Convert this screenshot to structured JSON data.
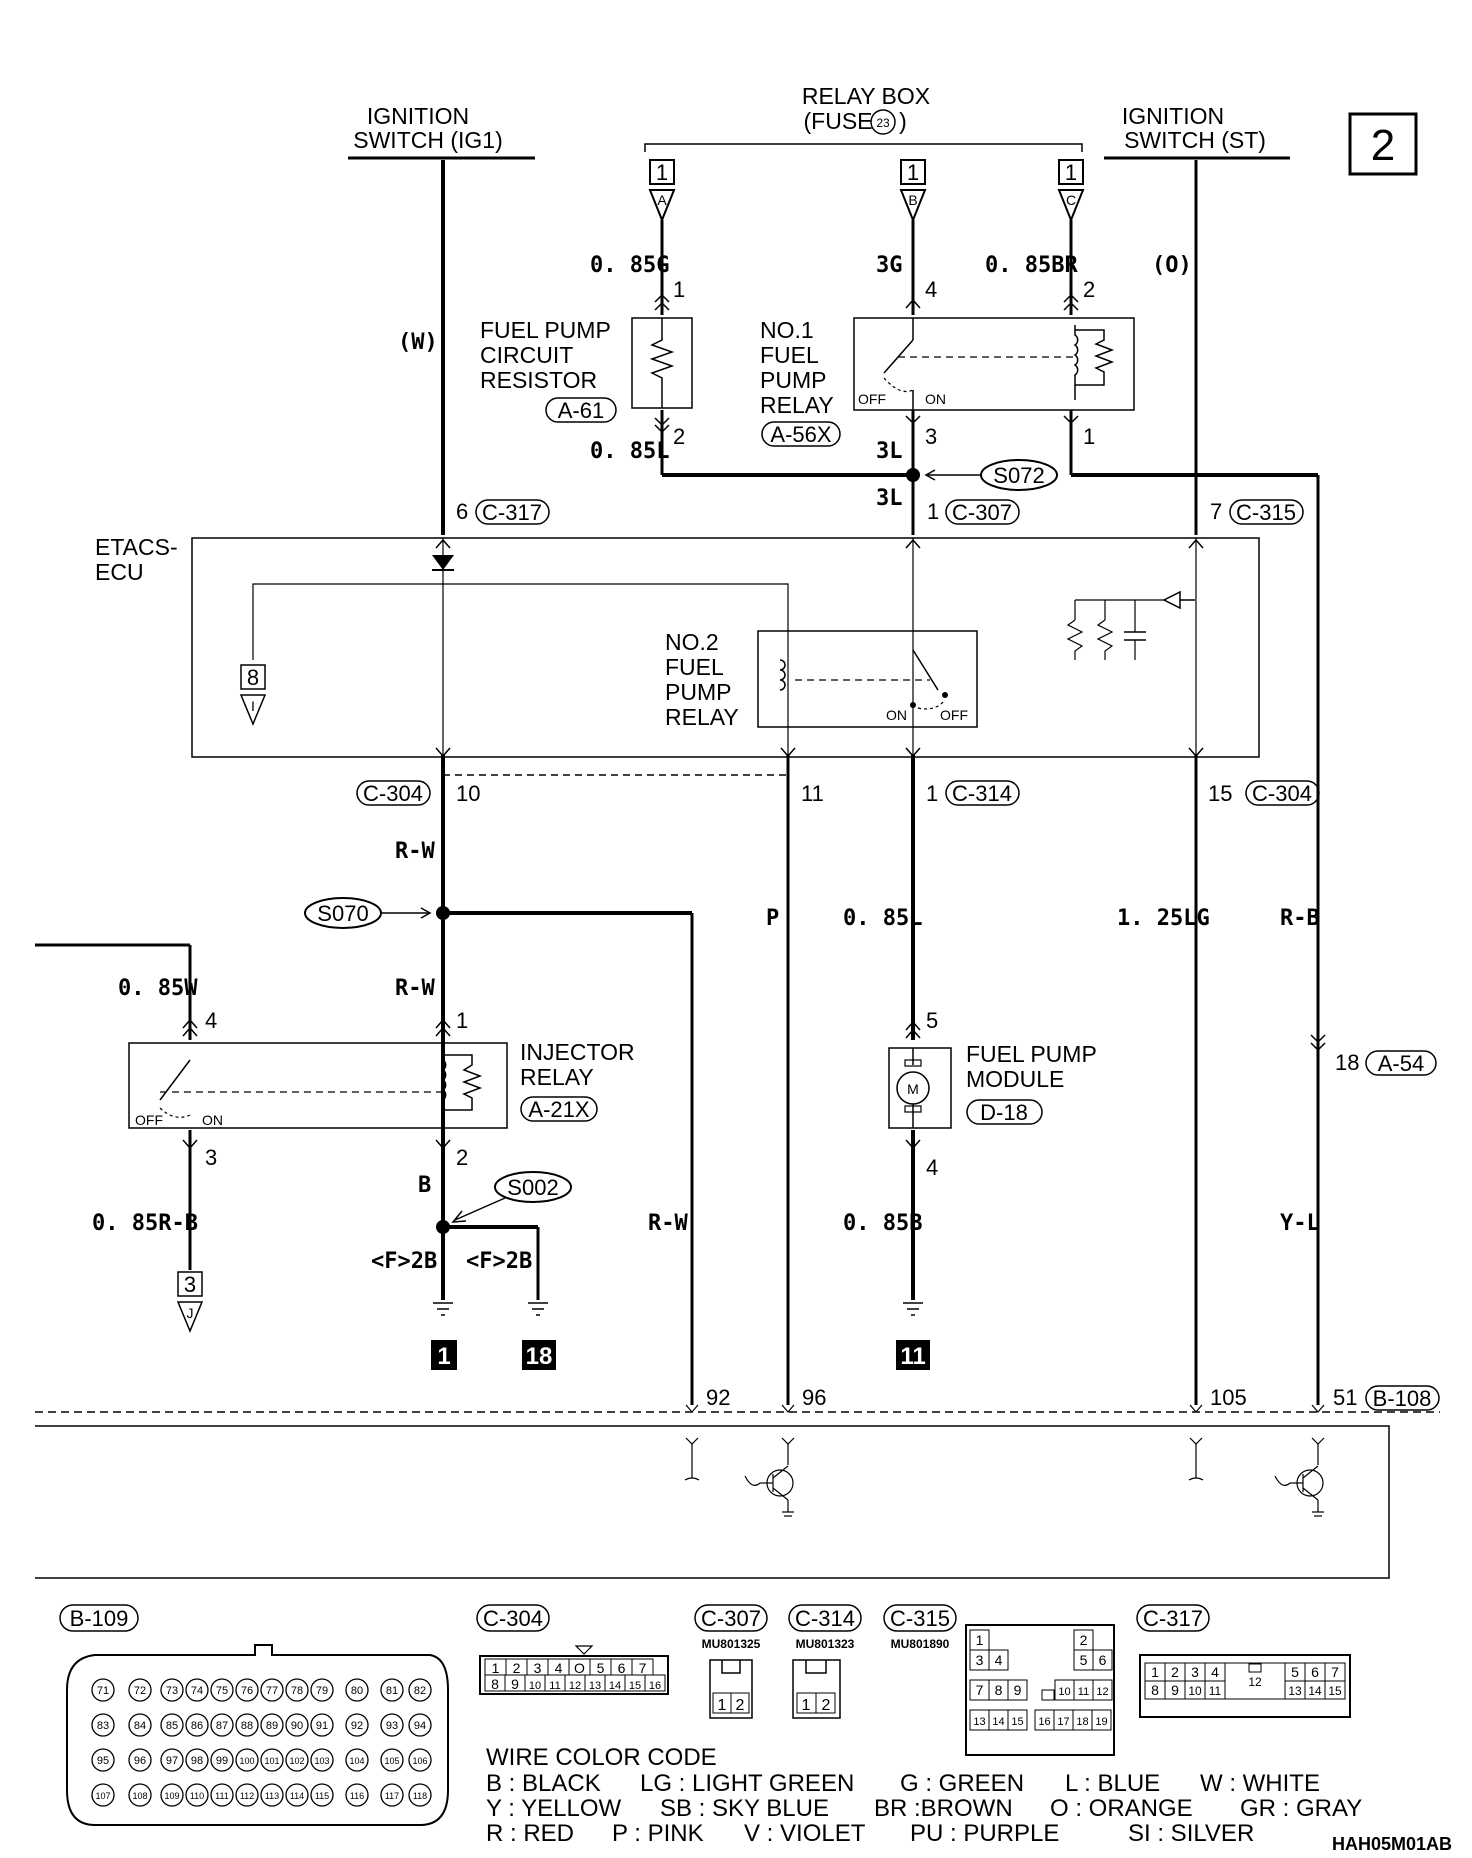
{
  "page_number": "2",
  "drawing_code": "HAH05M01AB",
  "sources": {
    "ig1": [
      "IGNITION",
      "SWITCH (IG1)"
    ],
    "relay_box": [
      "RELAY BOX",
      "(FUSE",
      "23",
      ")"
    ],
    "st": [
      "IGNITION",
      "SWITCH (ST)"
    ]
  },
  "relay_box_pins": [
    {
      "num": "1",
      "letter": "A"
    },
    {
      "num": "1",
      "letter": "B"
    },
    {
      "num": "1",
      "letter": "C"
    }
  ],
  "components": {
    "resistor": {
      "lines": [
        "FUEL PUMP",
        "CIRCUIT",
        "RESISTOR"
      ],
      "connector": "A-61"
    },
    "no1_relay": {
      "lines": [
        "NO.1",
        "FUEL",
        "PUMP",
        "RELAY"
      ],
      "connector": "A-56X",
      "off": "OFF",
      "on": "ON"
    },
    "etacs": [
      "ETACS-",
      "ECU"
    ],
    "no2_relay": {
      "lines": [
        "NO.2",
        "FUEL",
        "PUMP",
        "RELAY"
      ],
      "on": "ON",
      "off": "OFF"
    },
    "injector_relay": {
      "lines": [
        "INJECTOR",
        "RELAY"
      ],
      "connector": "A-21X",
      "off": "OFF",
      "on": "ON"
    },
    "pump_module": {
      "lines": [
        "FUEL PUMP",
        "MODULE"
      ],
      "connector": "D-18"
    }
  },
  "wires": {
    "ig1_color": "(W)",
    "st_color": "(O)",
    "w1": "0. 85G",
    "w2": "3G",
    "w3": "0. 85BR",
    "w4": "0. 85L",
    "w5": "3L",
    "w6": "3L",
    "rw1": "R-W",
    "rw2": "R-W",
    "p": "P",
    "l085": "0. 85L",
    "lg": "1. 25LG",
    "rb": "R-B",
    "w085": "0. 85W",
    "rb085": "0. 85R-B",
    "b": "B",
    "rw3": "R-W",
    "b085": "0. 85B",
    "yl": "Y-L",
    "f2b_1": "<F>2B",
    "f2b_2": "<F>2B"
  },
  "pins": {
    "res_top": "1",
    "res_bot": "2",
    "r1_top4": "4",
    "r1_top2": "2",
    "r1_bot3": "3",
    "r1_bot1": "1",
    "c317": "6",
    "c307": "1",
    "c315": "7",
    "c304a": "10",
    "n11": "11",
    "c314": "1",
    "c304b": "15",
    "inj4": "4",
    "inj1": "1",
    "inj3": "3",
    "inj2": "2",
    "pm5": "5",
    "pm4": "4",
    "a54": "18",
    "b92": "92",
    "b96": "96",
    "b105": "105",
    "b51": "51",
    "etacs_8": "8",
    "dest_3": "3"
  },
  "connectors": {
    "c317": "C-317",
    "c307": "C-307",
    "c315": "C-315",
    "c304a": "C-304",
    "c314": "C-314",
    "c304b": "C-304",
    "a54": "A-54",
    "b108": "B-108"
  },
  "splices": {
    "s072": "S072",
    "s070": "S070",
    "s002": "S002"
  },
  "grounds": [
    "1",
    "18",
    "11"
  ],
  "connector_views": {
    "b109": {
      "label": "B-109",
      "row1": [
        "71",
        "72",
        "73",
        "74",
        "75",
        "76",
        "77",
        "78",
        "79",
        "80",
        "81",
        "82"
      ],
      "row2": [
        "83",
        "84",
        "85",
        "86",
        "87",
        "88",
        "89",
        "90",
        "91",
        "92",
        "93",
        "94"
      ],
      "row3": [
        "95",
        "96",
        "97",
        "98",
        "99",
        "100",
        "101",
        "102",
        "103",
        "104",
        "105",
        "106"
      ],
      "row4": [
        "107",
        "108",
        "109",
        "110",
        "111",
        "112",
        "113",
        "114",
        "115",
        "116",
        "117",
        "118"
      ]
    },
    "c304": {
      "label": "C-304",
      "row1": [
        "1",
        "2",
        "3",
        "4",
        "",
        "5",
        "6",
        "7"
      ],
      "row2": [
        "8",
        "9",
        "10",
        "11",
        "12",
        "13",
        "14",
        "15",
        "16"
      ]
    },
    "c307": {
      "label": "C-307",
      "part": "MU801325",
      "pins": [
        "1",
        "2"
      ]
    },
    "c314": {
      "label": "C-314",
      "part": "MU801323",
      "pins": [
        "1",
        "2"
      ]
    },
    "c315": {
      "label": "C-315",
      "part": "MU801890",
      "r1": [
        "1",
        "2"
      ],
      "r2": [
        "3",
        "4",
        "5",
        "6"
      ],
      "r3": [
        "7",
        "8",
        "9",
        "10",
        "11",
        "12"
      ],
      "r4": [
        "13",
        "14",
        "15",
        "16",
        "17",
        "18",
        "19"
      ]
    },
    "c317": {
      "label": "C-317",
      "r1": [
        "1",
        "2",
        "3",
        "4",
        "5",
        "6",
        "7"
      ],
      "r2": [
        "8",
        "9",
        "10",
        "11",
        "12",
        "13",
        "14",
        "15"
      ]
    }
  },
  "legend": {
    "title": "WIRE COLOR CODE",
    "row1": [
      "B : BLACK",
      "LG : LIGHT GREEN",
      "G : GREEN",
      "L : BLUE",
      "W : WHITE"
    ],
    "row2": [
      "Y : YELLOW",
      "SB : SKY BLUE",
      "BR :BROWN",
      "O : ORANGE",
      "GR : GRAY"
    ],
    "row3": [
      "R : RED",
      "P : PINK",
      "V : VIOLET",
      "PU : PURPLE",
      "SI : SILVER"
    ]
  }
}
